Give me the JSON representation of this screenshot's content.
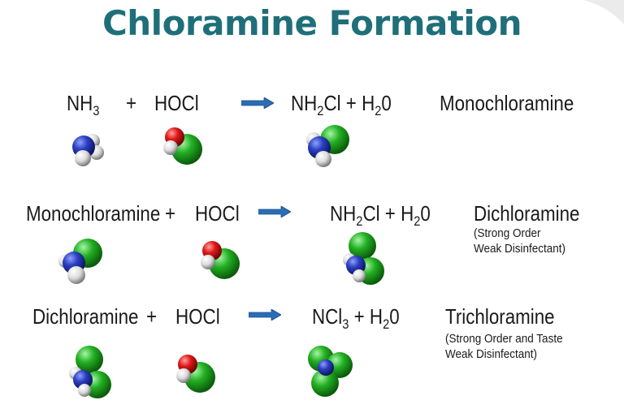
{
  "title": "Chloramine Formation",
  "reactions": [
    {
      "reactant1": {
        "base": "NH",
        "sub": "3"
      },
      "plus": "+",
      "reactant2": "HOCl",
      "product1": {
        "a": "NH",
        "sub": "2",
        "b": "Cl"
      },
      "product_plus": "+",
      "product2": {
        "a": "H",
        "sub": "2",
        "b": "0"
      },
      "name": "Monochloramine"
    },
    {
      "reactant1": "Monochloramine",
      "plus": "+",
      "reactant2": "HOCl",
      "product1": {
        "a": "NH",
        "sub": "2",
        "b": "Cl"
      },
      "product_plus": "+",
      "product2": {
        "a": "H",
        "sub": "2",
        "b": "0"
      },
      "name": "Dichloramine",
      "note_lines": [
        "(Strong Order",
        "Weak Disinfectant)"
      ]
    },
    {
      "reactant1": "Dichloramine",
      "plus": "+",
      "reactant2": "HOCl",
      "product1": {
        "a": "NCl",
        "sub": "3",
        "b": ""
      },
      "product_plus": "+",
      "product2": {
        "a": "H",
        "sub": "2",
        "b": "0"
      },
      "name": "Trichloramine",
      "note_lines": [
        "(Strong Order and Taste",
        "Weak Disinfectant)"
      ]
    }
  ],
  "colors": {
    "title": "#1f6f7a",
    "arrow": "#2a6db5",
    "nitrogen": "#2b3fc0",
    "chlorine": "#22b022",
    "oxygen": "#e01818",
    "hydrogen": "#e6e6e6"
  },
  "molecules": [
    "ammonia-molecule",
    "hypochlorous-acid-molecule",
    "monochloramine-molecule",
    "monochloramine-molecule",
    "hypochlorous-acid-molecule",
    "dichloramine-molecule",
    "dichloramine-molecule",
    "hypochlorous-acid-molecule",
    "trichloramine-molecule"
  ]
}
